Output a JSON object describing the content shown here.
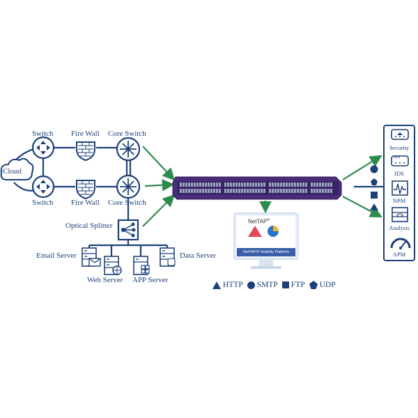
{
  "labels": {
    "cloud": "Cloud",
    "switch_top": "Switch",
    "switch_bottom": "Switch",
    "firewall_top": "Fire Wall",
    "firewall_bottom": "Fire Wall",
    "core_switch_top": "Core Switch",
    "core_switch_bottom": "Core Switch",
    "optical_splitter": "Optical Splitter",
    "email_server": "Email Server",
    "web_server": "Web Server",
    "app_server": "APP Server",
    "data_server": "Data Server"
  },
  "monitor": {
    "brand": "NetTAP",
    "brand_mark": "®",
    "platform": "NetTAP® Visibility Platform"
  },
  "tools": [
    {
      "name": "security",
      "label": "Security"
    },
    {
      "name": "ids",
      "label": "IDS"
    },
    {
      "name": "npm",
      "label": "NPM"
    },
    {
      "name": "analysis",
      "label": "Analysis"
    },
    {
      "name": "apm",
      "label": "APM"
    }
  ],
  "ids_badge": "IDS",
  "legend": [
    {
      "shape": "triangle",
      "label": "HTTP"
    },
    {
      "shape": "circle",
      "label": "SMTP"
    },
    {
      "shape": "square",
      "label": "FTP"
    },
    {
      "shape": "pentagon",
      "label": "UDP"
    }
  ],
  "colors": {
    "primary": "#1c3f78",
    "arrow": "#2e8b4e",
    "device": "#4a2d7a",
    "accent_red": "#e0485c",
    "accent_blue": "#2c73c9",
    "accent_yellow": "#f0b429"
  }
}
